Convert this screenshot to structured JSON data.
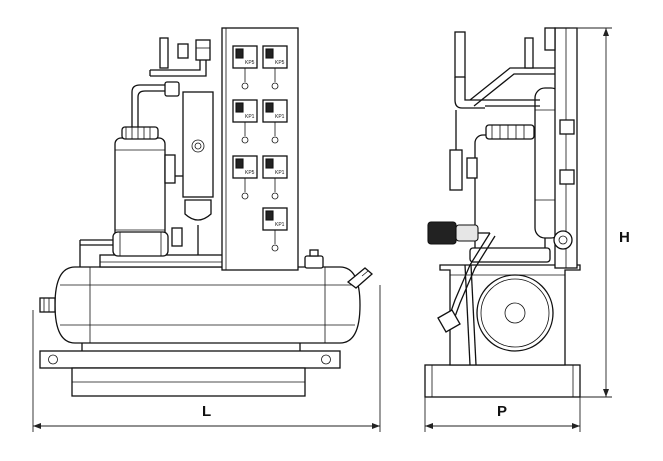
{
  "dimensions": {
    "length_label": "L",
    "depth_label": "P",
    "height_label": "H"
  },
  "views": {
    "front": {
      "pressure_switch_labels": [
        "KP5",
        "KP5",
        "KP1",
        "KP1",
        "KP5",
        "KP1",
        "KP1"
      ]
    },
    "side": {}
  }
}
